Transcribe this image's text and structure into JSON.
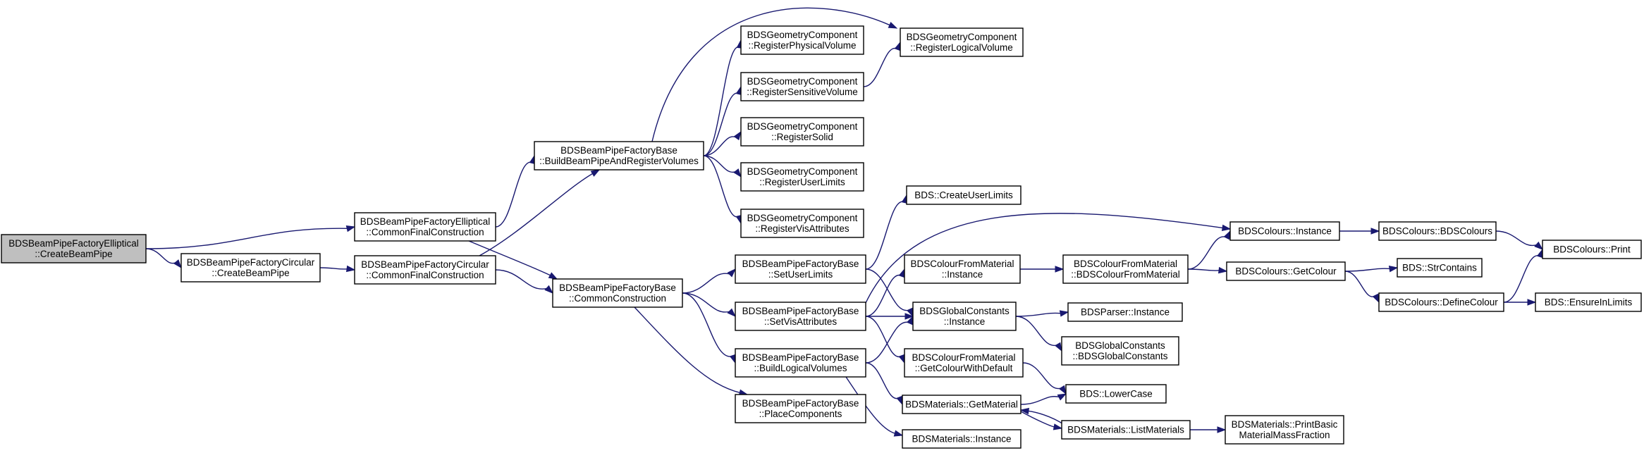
{
  "graph": {
    "colors": {
      "node_fill": "#ffffff",
      "root_fill": "#bfbfbf",
      "border": "#000000",
      "edge": "#191970"
    },
    "nodes": [
      {
        "id": "ell_create",
        "lines": [
          "BDSBeamPipeFactoryElliptical",
          "::CreateBeamPipe"
        ],
        "root": true
      },
      {
        "id": "circ_create",
        "lines": [
          "BDSBeamPipeFactoryCircular",
          "::CreateBeamPipe"
        ]
      },
      {
        "id": "ell_cfc",
        "lines": [
          "BDSBeamPipeFactoryElliptical",
          "::CommonFinalConstruction"
        ]
      },
      {
        "id": "circ_cfc",
        "lines": [
          "BDSBeamPipeFactoryCircular",
          "::CommonFinalConstruction"
        ]
      },
      {
        "id": "build_bpr",
        "lines": [
          "BDSBeamPipeFactoryBase",
          "::BuildBeamPipeAndRegisterVolumes"
        ]
      },
      {
        "id": "common_c",
        "lines": [
          "BDSBeamPipeFactoryBase",
          "::CommonConstruction"
        ]
      },
      {
        "id": "reg_phys",
        "lines": [
          "BDSGeometryComponent",
          "::RegisterPhysicalVolume"
        ]
      },
      {
        "id": "reg_sens",
        "lines": [
          "BDSGeometryComponent",
          "::RegisterSensitiveVolume"
        ]
      },
      {
        "id": "reg_solid",
        "lines": [
          "BDSGeometryComponent",
          "::RegisterSolid"
        ]
      },
      {
        "id": "reg_ul",
        "lines": [
          "BDSGeometryComponent",
          "::RegisterUserLimits"
        ]
      },
      {
        "id": "reg_vis",
        "lines": [
          "BDSGeometryComponent",
          "::RegisterVisAttributes"
        ]
      },
      {
        "id": "reg_log",
        "lines": [
          "BDSGeometryComponent",
          "::RegisterLogicalVolume"
        ]
      },
      {
        "id": "set_ul",
        "lines": [
          "BDSBeamPipeFactoryBase",
          "::SetUserLimits"
        ]
      },
      {
        "id": "set_vis",
        "lines": [
          "BDSBeamPipeFactoryBase",
          "::SetVisAttributes"
        ]
      },
      {
        "id": "build_lv",
        "lines": [
          "BDSBeamPipeFactoryBase",
          "::BuildLogicalVolumes"
        ]
      },
      {
        "id": "place",
        "lines": [
          "BDSBeamPipeFactoryBase",
          "::PlaceComponents"
        ]
      },
      {
        "id": "bds_cul",
        "lines": [
          "BDS::CreateUserLimits"
        ]
      },
      {
        "id": "cfm_inst",
        "lines": [
          "BDSColourFromMaterial",
          "::Instance"
        ]
      },
      {
        "id": "gc_inst",
        "lines": [
          "BDSGlobalConstants",
          "::Instance"
        ]
      },
      {
        "id": "cfm_gcwd",
        "lines": [
          "BDSColourFromMaterial",
          "::GetColourWithDefault"
        ]
      },
      {
        "id": "mat_get",
        "lines": [
          "BDSMaterials::GetMaterial"
        ]
      },
      {
        "id": "mat_inst",
        "lines": [
          "BDSMaterials::Instance"
        ]
      },
      {
        "id": "cfm_ctor",
        "lines": [
          "BDSColourFromMaterial",
          "::BDSColourFromMaterial"
        ]
      },
      {
        "id": "parser_inst",
        "lines": [
          "BDSParser::Instance"
        ]
      },
      {
        "id": "gc_ctor",
        "lines": [
          "BDSGlobalConstants",
          "::BDSGlobalConstants"
        ]
      },
      {
        "id": "lower",
        "lines": [
          "BDS::LowerCase"
        ]
      },
      {
        "id": "mat_list",
        "lines": [
          "BDSMaterials::ListMaterials"
        ]
      },
      {
        "id": "col_inst",
        "lines": [
          "BDSColours::Instance"
        ]
      },
      {
        "id": "col_get",
        "lines": [
          "BDSColours::GetColour"
        ]
      },
      {
        "id": "mat_print",
        "lines": [
          "BDSMaterials::PrintBasic",
          "MaterialMassFraction"
        ]
      },
      {
        "id": "col_ctor",
        "lines": [
          "BDSColours::BDSColours"
        ]
      },
      {
        "id": "str_contains",
        "lines": [
          "BDS::StrContains"
        ]
      },
      {
        "id": "col_define",
        "lines": [
          "BDSColours::DefineColour"
        ]
      },
      {
        "id": "col_print",
        "lines": [
          "BDSColours::Print"
        ]
      },
      {
        "id": "ensure",
        "lines": [
          "BDS::EnsureInLimits"
        ]
      }
    ],
    "edges": [
      [
        "ell_create",
        "ell_cfc"
      ],
      [
        "ell_create",
        "circ_create"
      ],
      [
        "circ_create",
        "circ_cfc"
      ],
      [
        "ell_cfc",
        "build_bpr"
      ],
      [
        "ell_cfc",
        "common_c"
      ],
      [
        "circ_cfc",
        "build_bpr"
      ],
      [
        "circ_cfc",
        "common_c"
      ],
      [
        "build_bpr",
        "reg_phys"
      ],
      [
        "build_bpr",
        "reg_log"
      ],
      [
        "build_bpr",
        "reg_sens"
      ],
      [
        "build_bpr",
        "reg_solid"
      ],
      [
        "build_bpr",
        "reg_ul"
      ],
      [
        "build_bpr",
        "reg_vis"
      ],
      [
        "reg_sens",
        "reg_log"
      ],
      [
        "common_c",
        "set_ul"
      ],
      [
        "common_c",
        "set_vis"
      ],
      [
        "common_c",
        "build_lv"
      ],
      [
        "common_c",
        "place"
      ],
      [
        "set_ul",
        "bds_cul"
      ],
      [
        "set_ul",
        "gc_inst"
      ],
      [
        "set_vis",
        "col_inst"
      ],
      [
        "set_vis",
        "cfm_inst"
      ],
      [
        "set_vis",
        "gc_inst"
      ],
      [
        "set_vis",
        "cfm_gcwd"
      ],
      [
        "build_lv",
        "gc_inst"
      ],
      [
        "build_lv",
        "mat_get"
      ],
      [
        "build_lv",
        "mat_inst"
      ],
      [
        "cfm_inst",
        "cfm_ctor"
      ],
      [
        "cfm_ctor",
        "col_inst"
      ],
      [
        "cfm_ctor",
        "col_get"
      ],
      [
        "gc_inst",
        "parser_inst"
      ],
      [
        "gc_inst",
        "gc_ctor"
      ],
      [
        "cfm_gcwd",
        "lower"
      ],
      [
        "mat_get",
        "lower"
      ],
      [
        "mat_get",
        "mat_list"
      ],
      [
        "mat_list",
        "mat_get"
      ],
      [
        "mat_list",
        "mat_print"
      ],
      [
        "col_inst",
        "col_ctor"
      ],
      [
        "col_ctor",
        "col_print"
      ],
      [
        "col_get",
        "str_contains"
      ],
      [
        "col_get",
        "col_define"
      ],
      [
        "col_define",
        "col_print"
      ],
      [
        "col_define",
        "ensure"
      ]
    ]
  }
}
